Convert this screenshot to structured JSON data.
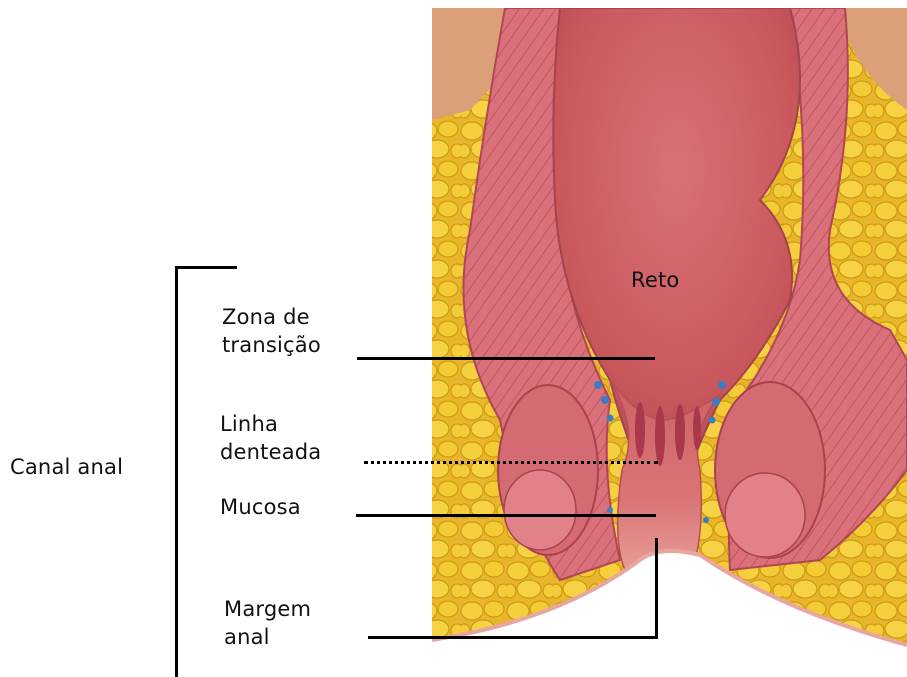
{
  "labels": {
    "canal_anal": "Canal anal",
    "reto": "Reto",
    "zona_de_transicao": [
      "Zona",
      "de",
      "transição"
    ],
    "linha_denteada": [
      "Linha",
      "denteada"
    ],
    "mucosa": "Mucosa",
    "margem_anal": [
      "Margem",
      "anal"
    ]
  },
  "colors": {
    "fat_yellow": "#f1c22e",
    "fat_outline": "#c89a12",
    "muscle_pink": "#d86a72",
    "muscle_dark": "#b94a55",
    "lumen_red": "#c9585d",
    "mucosa_pink": "#e8888a",
    "skin_top": "#d9a07a",
    "vein_blue": "#3a7fc4",
    "line": "#000000"
  }
}
